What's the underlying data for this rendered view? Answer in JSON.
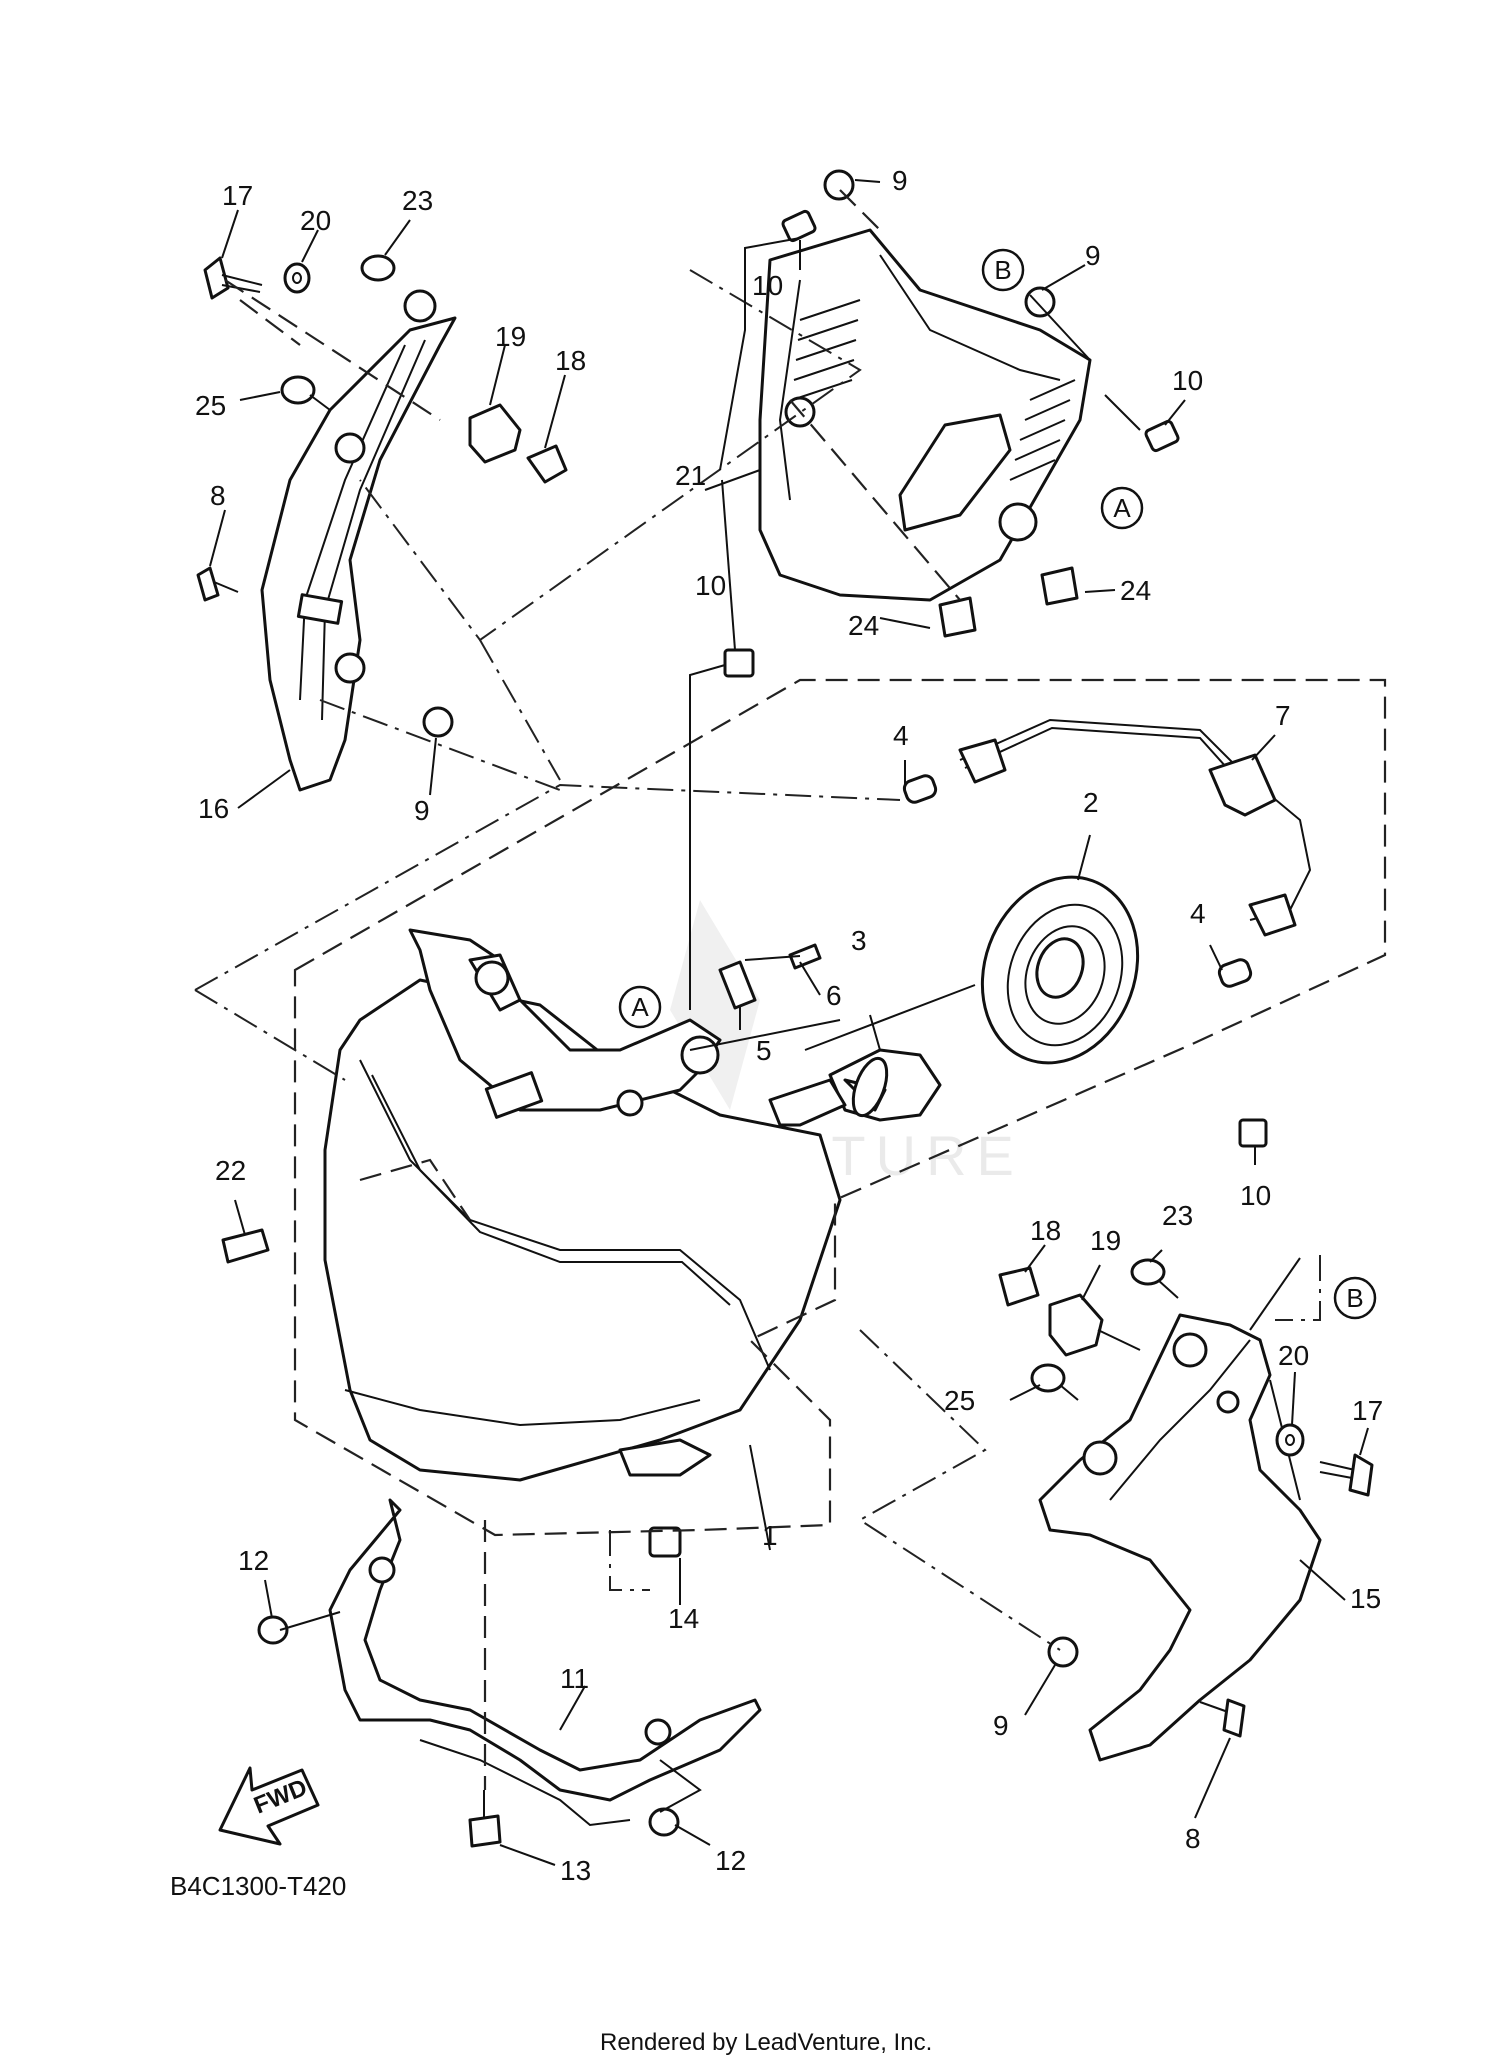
{
  "diagram": {
    "diagram_code": "B4C1300-T420",
    "credit": "Rendered by LeadVenture, Inc.",
    "watermark": "LEADVENTURE",
    "fwd_label": "FWD",
    "reference_letters": [
      "A",
      "B"
    ],
    "callouts": [
      "1",
      "2",
      "3",
      "4",
      "5",
      "6",
      "7",
      "8",
      "9",
      "10",
      "11",
      "12",
      "13",
      "14",
      "15",
      "16",
      "17",
      "18",
      "19",
      "20",
      "21",
      "22",
      "23",
      "24",
      "25"
    ]
  }
}
